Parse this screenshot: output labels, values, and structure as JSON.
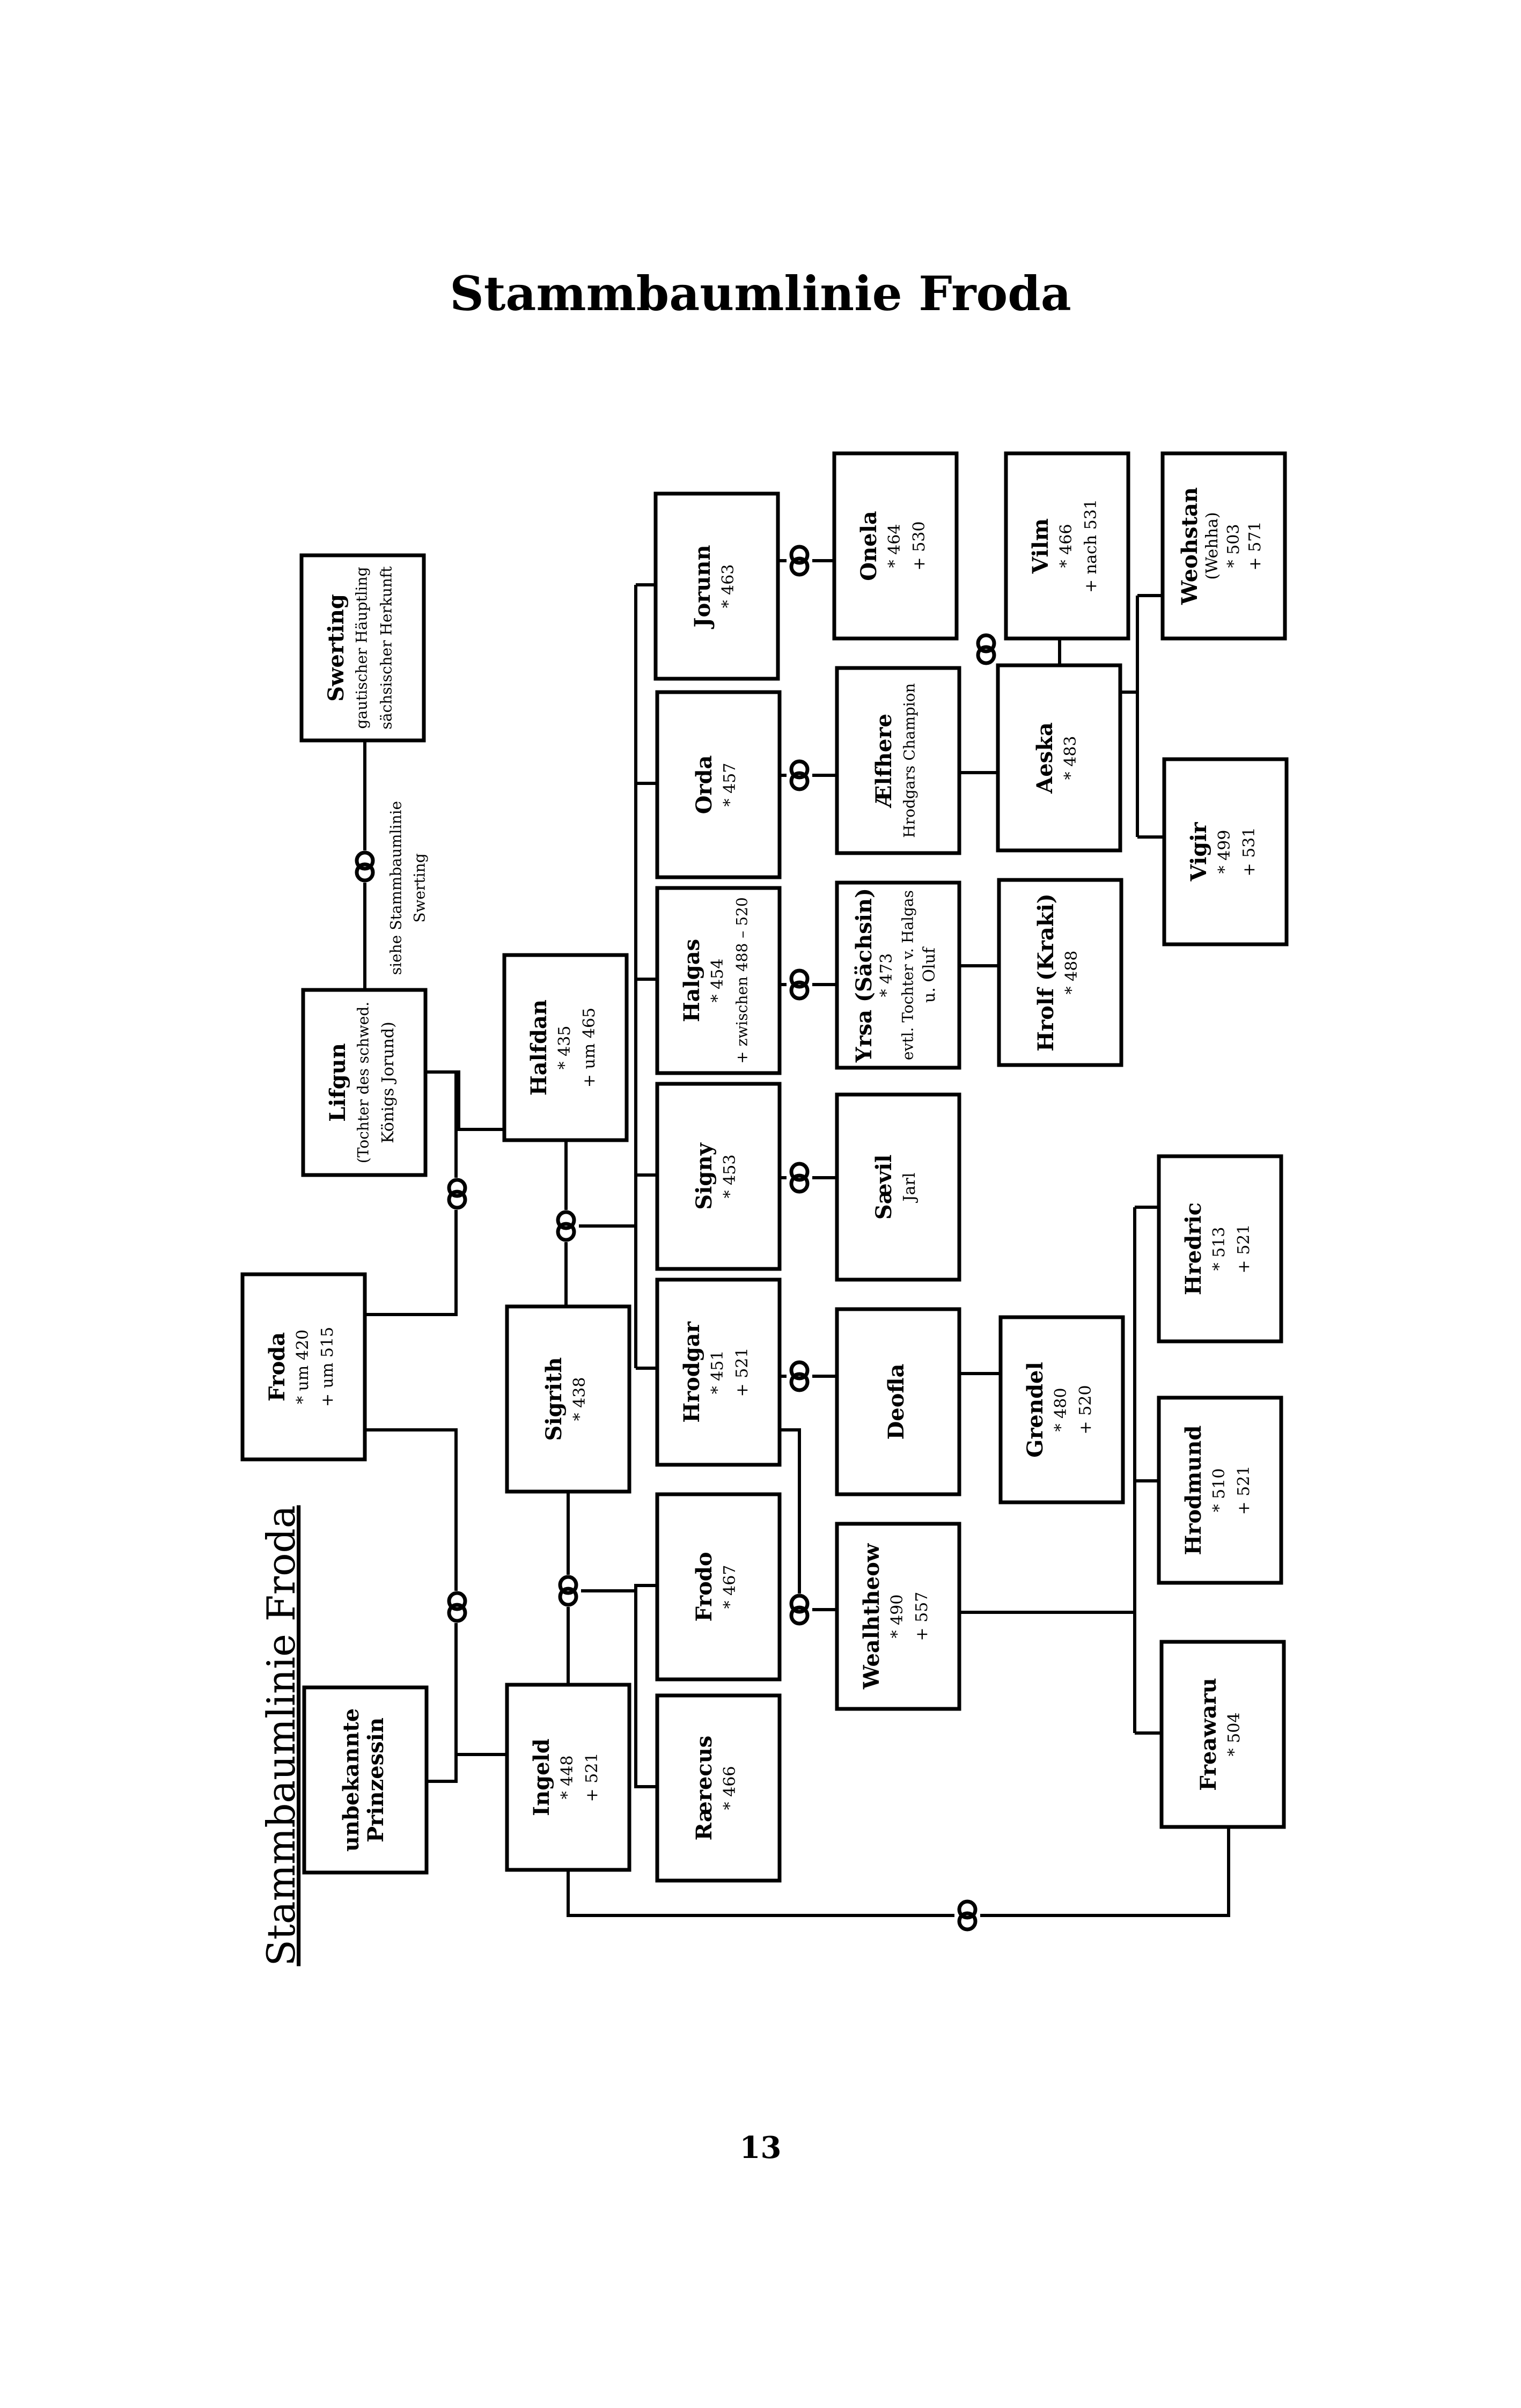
{
  "page": {
    "title": "Stammbaumlinie Froda",
    "number": "13"
  },
  "diagram": {
    "heading": "Stammbaumlinie Froda",
    "note": [
      "siehe Stammbaumlinie",
      "Swerting"
    ],
    "people": [
      {
        "id": "unbekannte",
        "lines": [
          "unbekannte",
          "Prinzessin"
        ]
      },
      {
        "id": "froda",
        "lines": [
          "Froda",
          "* um 420",
          "+ um 515"
        ]
      },
      {
        "id": "lifgun",
        "lines": [
          "Lifgun",
          "(Tochter des schwed.",
          "Königs Jorund)"
        ]
      },
      {
        "id": "swerting",
        "lines": [
          "Swerting",
          "gautischer Häuptling",
          "sächsischer Herkunft"
        ]
      },
      {
        "id": "ingeld",
        "lines": [
          "Ingeld",
          "* 448",
          "+ 521"
        ]
      },
      {
        "id": "sigrith",
        "lines": [
          "Sigrith",
          "* 438"
        ]
      },
      {
        "id": "halfdan",
        "lines": [
          "Halfdan",
          "* 435",
          "+ um 465"
        ]
      },
      {
        "id": "raerecus",
        "lines": [
          "Rærecus",
          "* 466"
        ]
      },
      {
        "id": "frodo",
        "lines": [
          "Frodo",
          "* 467"
        ]
      },
      {
        "id": "hrodgar",
        "lines": [
          "Hrodgar",
          "* 451",
          "+ 521"
        ]
      },
      {
        "id": "signy",
        "lines": [
          "Signy",
          "* 453"
        ]
      },
      {
        "id": "halgas",
        "lines": [
          "Halgas",
          "* 454",
          "+ zwischen 488 – 520"
        ]
      },
      {
        "id": "orda",
        "lines": [
          "Orda",
          "* 457"
        ]
      },
      {
        "id": "jorunn",
        "lines": [
          "Jorunn",
          "* 463"
        ]
      },
      {
        "id": "wealhtheow",
        "lines": [
          "Wealhtheow",
          "* 490",
          "+ 557"
        ]
      },
      {
        "id": "deofla",
        "lines": [
          "Deofla"
        ]
      },
      {
        "id": "saevil",
        "lines": [
          "Sævil",
          "Jarl"
        ]
      },
      {
        "id": "yrsa",
        "lines": [
          "Yrsa (Sächsin)",
          "* 473",
          "evtl. Tochter v. Halgas",
          "u. Oluf"
        ]
      },
      {
        "id": "aelfhere",
        "lines": [
          "Ælfhere",
          "Hrodgars Champion"
        ]
      },
      {
        "id": "onela",
        "lines": [
          "Onela",
          "* 464",
          "+ 530"
        ]
      },
      {
        "id": "grendel",
        "lines": [
          "Grendel",
          "* 480",
          "+ 520"
        ]
      },
      {
        "id": "hrolf",
        "lines": [
          "Hrolf (Kraki)",
          "* 488"
        ]
      },
      {
        "id": "aeska",
        "lines": [
          "Aeska",
          "* 483"
        ]
      },
      {
        "id": "vilm",
        "lines": [
          "Vilm",
          "* 466",
          "+ nach 531"
        ]
      },
      {
        "id": "freawaru",
        "lines": [
          "Freawaru",
          "* 504"
        ]
      },
      {
        "id": "hrodmund",
        "lines": [
          "Hrodmund",
          "* 510",
          "+ 521"
        ]
      },
      {
        "id": "hredric",
        "lines": [
          "Hredric",
          "* 513",
          "+ 521"
        ]
      },
      {
        "id": "vigir",
        "lines": [
          "Vigir",
          "* 499",
          "+ 531"
        ]
      },
      {
        "id": "weohstan",
        "lines": [
          "Weohstan",
          "(Wehha)",
          "* 503",
          "+ 571"
        ]
      }
    ]
  }
}
